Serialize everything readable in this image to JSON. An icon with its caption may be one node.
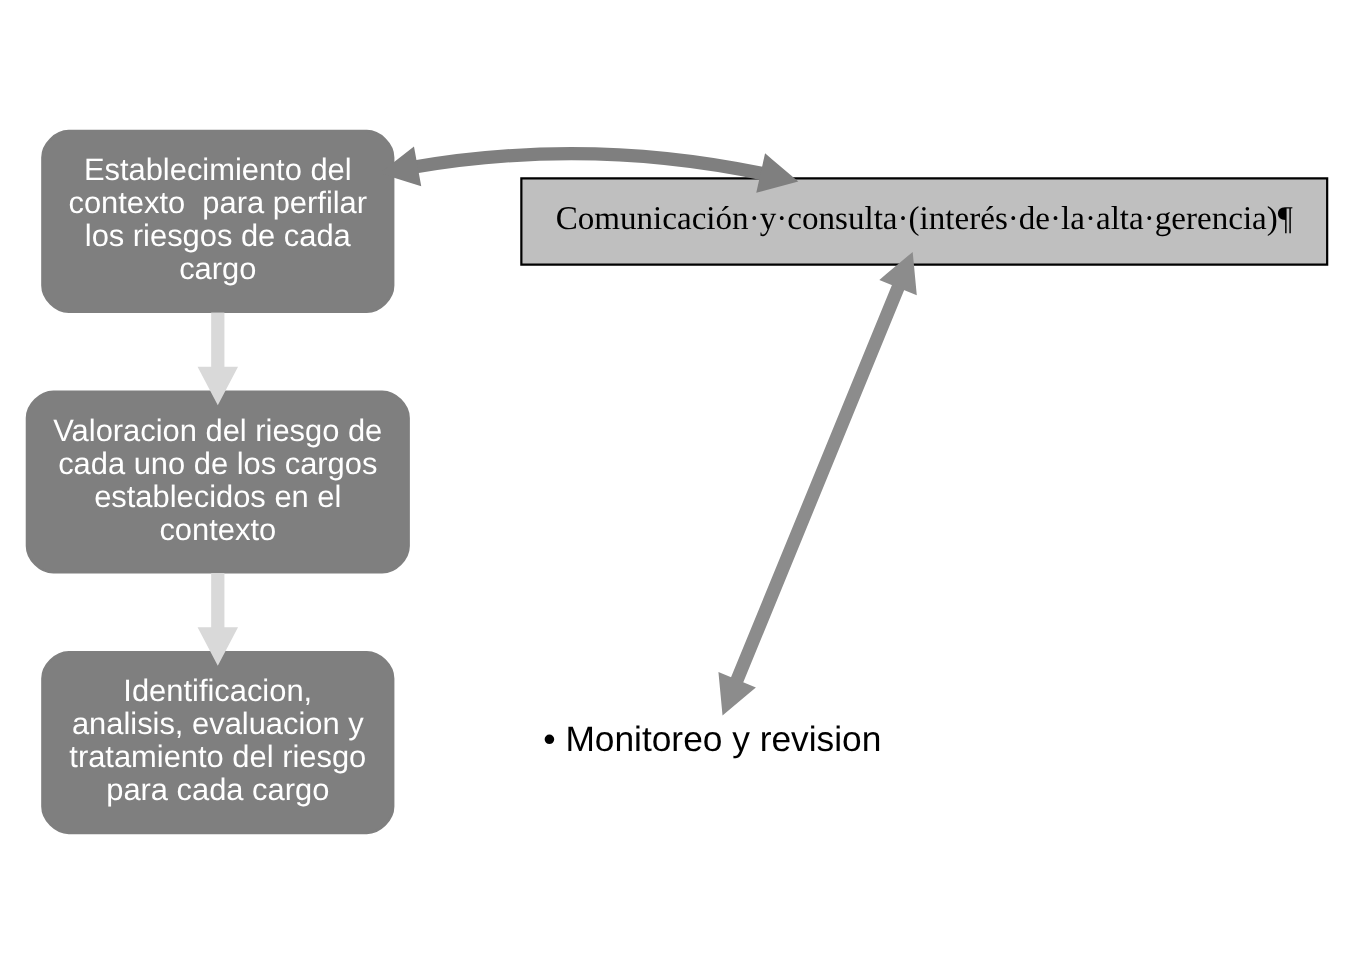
{
  "diagram": {
    "nodes": [
      {
        "text": [
          "Establecimiento del contexto  para perfilar los riesgos de cada cargo"
        ]
      },
      {
        "text": [
          "Valoracion del riesgo de cada uno de los cargos establecidos en el contexto"
        ]
      },
      {
        "text": [
          "Identificacion, analisis, evaluacion y tratamiento del riesgo para cada cargo"
        ]
      },
      {
        "text": [
          "Comunicación·y·consulta·(interés·de·la·alta·gerencia)¶"
        ]
      },
      {
        "text": [
          "• Monitoreo y revision"
        ]
      }
    ],
    "edges": [
      {
        "from": 0,
        "to": 1,
        "arrow": "to",
        "color": "#d9d9d9"
      },
      {
        "from": 1,
        "to": 2,
        "arrow": "to",
        "color": "#d9d9d9"
      },
      {
        "from": 0,
        "to": 3,
        "arrow": "both",
        "color": "#7f7f7f"
      },
      {
        "from": 4,
        "to": 3,
        "arrow": "both",
        "color": "#8c8c8c"
      }
    ]
  }
}
